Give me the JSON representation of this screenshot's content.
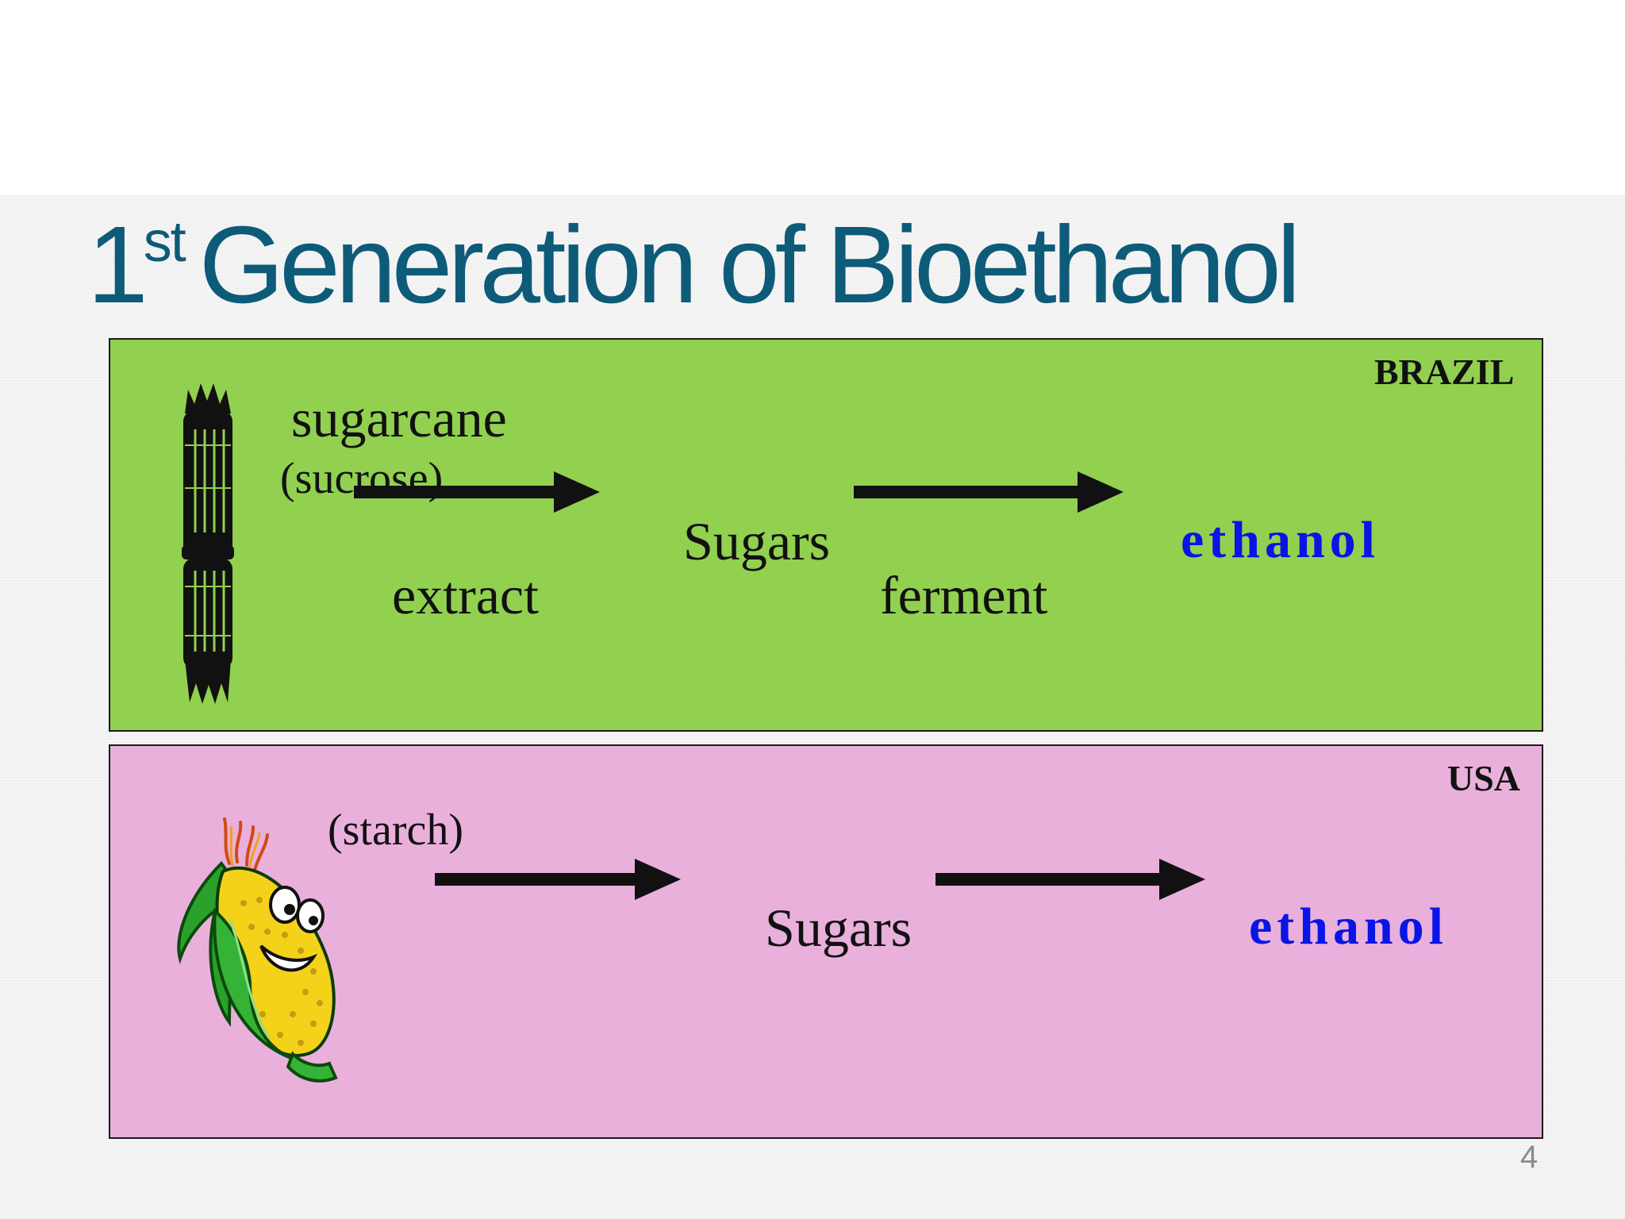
{
  "slide": {
    "title_number": "1",
    "title_superscript": "st",
    "title_text": "Generation of Bioethanol",
    "page_number": "4"
  },
  "brazil": {
    "country": "BRAZIL",
    "feedstock": "sugarcane",
    "feedstock_component": "(sucrose)",
    "step1_label": "extract",
    "intermediate": "Sugars",
    "step2_label": "ferment",
    "product": "ethanol",
    "icon": "sugarcane-icon",
    "background_color": "#92d050"
  },
  "usa": {
    "country": "USA",
    "feedstock_component": "(starch)",
    "intermediate": "Sugars",
    "product": "ethanol",
    "icon": "corn-icon",
    "background_color": "#eab0dc"
  },
  "colors": {
    "title": "#0d5b78",
    "product_text": "#0a14e6"
  }
}
